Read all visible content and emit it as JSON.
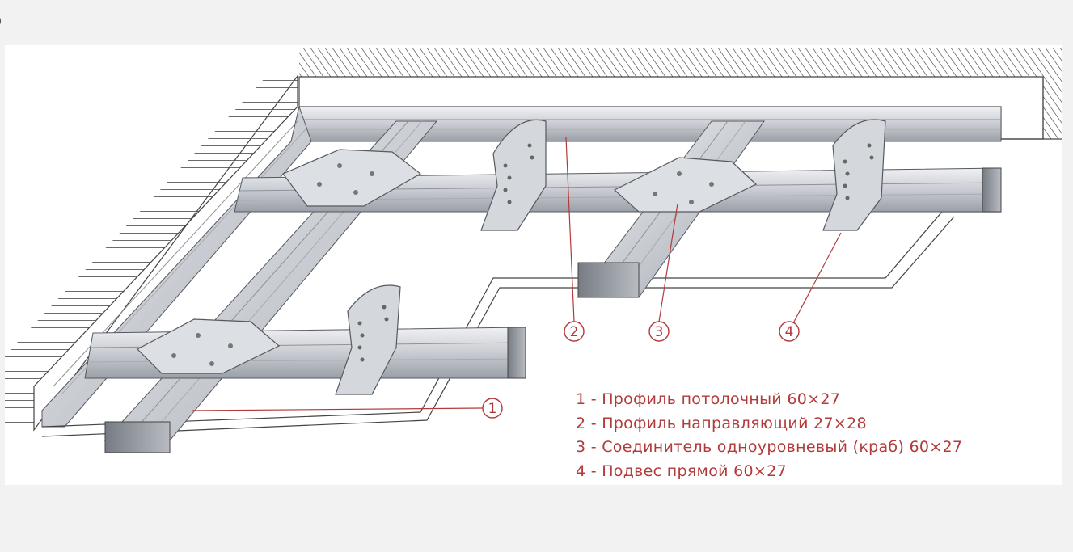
{
  "edge_glyph": ")",
  "callouts": [
    {
      "number": "1"
    },
    {
      "number": "2"
    },
    {
      "number": "3"
    },
    {
      "number": "4"
    }
  ],
  "legend": [
    "1 - Профиль потолочный 60×27",
    "2 - Профиль направляющий 27×28",
    "3 - Соединитель одноуровневый (краб) 60×27",
    "4 - Подвес прямой 60×27"
  ],
  "colors": {
    "annotation": "#b23a3a",
    "metal_light": "#e8eaed",
    "metal_mid": "#c9ccd2",
    "metal_dark": "#8e939b",
    "outline": "#555a60",
    "hatch": "#6a6a6a"
  }
}
